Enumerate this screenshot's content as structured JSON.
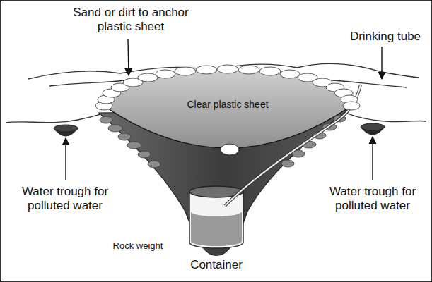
{
  "diagram": {
    "labels": [
      "Sand or dirt to anchor plastic sheet",
      "Drinking tube",
      "Clear plastic sheet",
      "Water trough for polluted water",
      "Water trough for polluted water",
      "Rock weight",
      "Container"
    ]
  }
}
